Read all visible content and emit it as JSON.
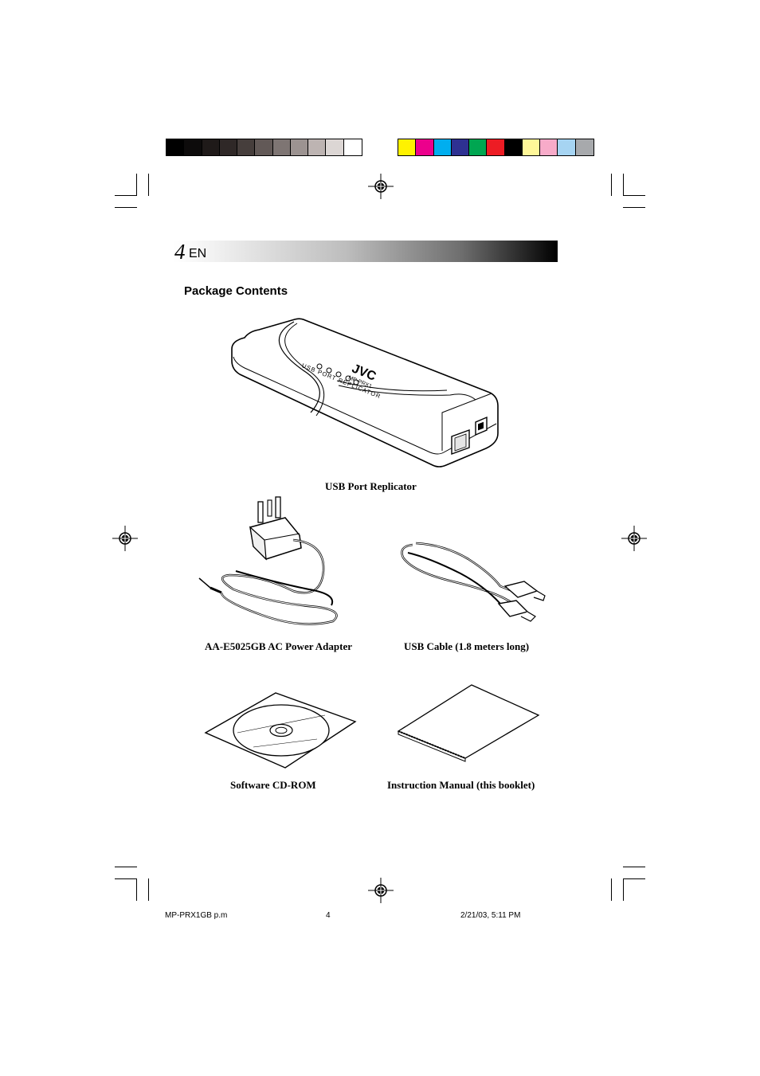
{
  "header": {
    "page_number": "4",
    "language": "EN"
  },
  "section": {
    "title": "Package Contents"
  },
  "items": [
    {
      "caption": "USB Port Replicator",
      "brand": "JVC",
      "model": "MP-PRX1",
      "device_label": "USB PORT REPLICATOR"
    },
    {
      "caption": "AA-E5025GB AC Power Adapter"
    },
    {
      "caption": "USB Cable (1.8 meters long)"
    },
    {
      "caption": "Software CD-ROM"
    },
    {
      "caption": "Instruction Manual (this booklet)"
    }
  ],
  "footer": {
    "file": "MP-PRX1GB p.m",
    "page": "4",
    "timestamp": "2/21/03, 5:11 PM"
  },
  "color_bars": {
    "gray": [
      "#000000",
      "#0d0b0b",
      "#1f1a19",
      "#2f2827",
      "#463e3c",
      "#625957",
      "#7e7573",
      "#9c9391",
      "#bdb4b2",
      "#dcd6d4",
      "#ffffff"
    ],
    "color": [
      "#fff200",
      "#ec008c",
      "#00aeef",
      "#2e3192",
      "#00a651",
      "#ed1c24",
      "#000000",
      "#fff799",
      "#f7abc9",
      "#a6d4f2",
      "#a7a9ac"
    ]
  }
}
